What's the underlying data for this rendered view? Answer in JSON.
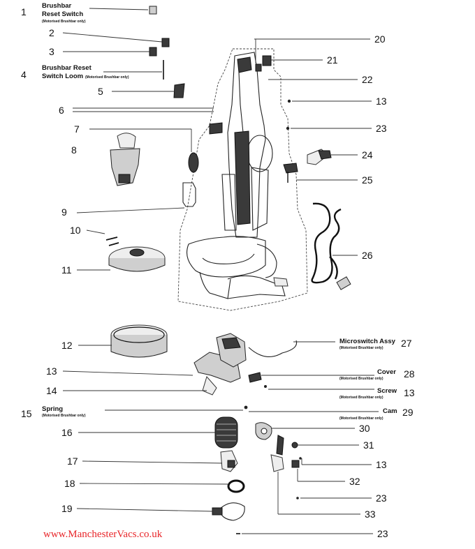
{
  "callouts": [
    {
      "num": "1",
      "label": "Brushbar",
      "label2": "Reset Switch",
      "note": "(Motorised Brushbar only)"
    },
    {
      "num": "2"
    },
    {
      "num": "3"
    },
    {
      "num": "4",
      "label": "Brushbar Reset",
      "label2": "Switch Loom",
      "note": "(Motorised Brushbar only)"
    },
    {
      "num": "5"
    },
    {
      "num": "6"
    },
    {
      "num": "7"
    },
    {
      "num": "8"
    },
    {
      "num": "9"
    },
    {
      "num": "10"
    },
    {
      "num": "11"
    },
    {
      "num": "12"
    },
    {
      "num": "13"
    },
    {
      "num": "14"
    },
    {
      "num": "15",
      "label": "Spring",
      "note": "(Motorised Brushbar only)"
    },
    {
      "num": "16"
    },
    {
      "num": "17"
    },
    {
      "num": "18"
    },
    {
      "num": "19"
    },
    {
      "num": "20"
    },
    {
      "num": "21"
    },
    {
      "num": "22"
    },
    {
      "num": "13"
    },
    {
      "num": "23"
    },
    {
      "num": "24"
    },
    {
      "num": "25"
    },
    {
      "num": "26"
    },
    {
      "num": "27",
      "label": "Microswitch Assy",
      "note": "(Motorised Brushbar only)"
    },
    {
      "num": "28",
      "label": "Cover",
      "note": "(Motorised Brushbar only)"
    },
    {
      "num": "13",
      "label": "Screw",
      "note": "(Motorised Brushbar only)"
    },
    {
      "num": "29",
      "label": "Cam",
      "note": "(Motorised Brushbar only)"
    },
    {
      "num": "30"
    },
    {
      "num": "31"
    },
    {
      "num": "13"
    },
    {
      "num": "32"
    },
    {
      "num": "23"
    },
    {
      "num": "33"
    },
    {
      "num": "23"
    }
  ],
  "watermark": "www.ManchesterVacs.co.uk",
  "colors": {
    "watermark": "#e8262a",
    "ink": "#111111"
  }
}
